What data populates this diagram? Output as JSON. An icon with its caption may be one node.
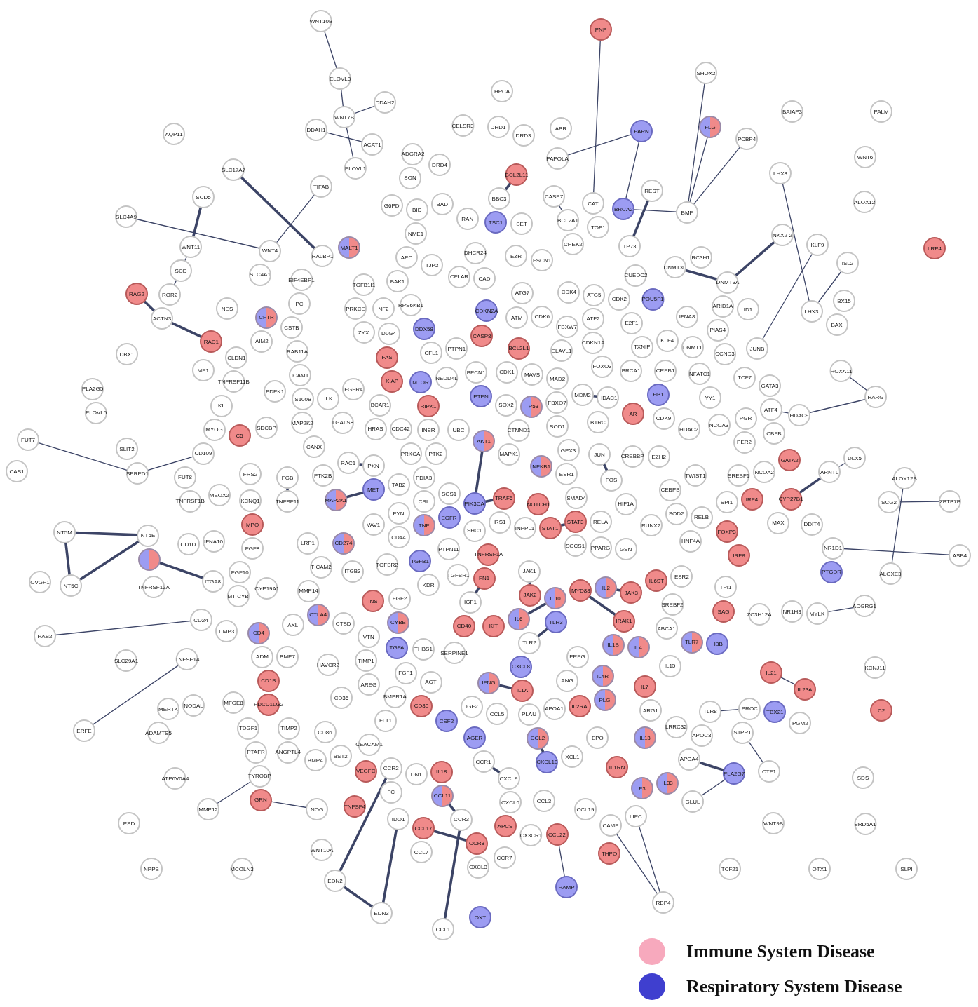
{
  "diagram": {
    "nodes": [
      {
        "text": [
          "WNT10B"
        ]
      },
      {
        "text": [
          "PNP"
        ]
      },
      {
        "text": [
          "SHOX2"
        ]
      },
      {
        "text": [
          "ELOVL3"
        ]
      },
      {
        "text": [
          "HPCA"
        ]
      },
      {
        "text": [
          "DDAH2"
        ]
      },
      {
        "text": [
          "BAIAP3"
        ]
      },
      {
        "text": [
          "PALM"
        ]
      },
      {
        "text": [
          "WNT7B"
        ]
      },
      {
        "text": [
          "DRD1"
        ]
      },
      {
        "text": [
          "DRD3"
        ]
      },
      {
        "text": [
          "ABR"
        ]
      },
      {
        "text": [
          "PARN"
        ]
      },
      {
        "text": [
          "FLG"
        ]
      },
      {
        "text": [
          "CELSR3"
        ]
      },
      {
        "text": [
          "AQP11"
        ]
      },
      {
        "text": [
          "DDAH1"
        ]
      },
      {
        "text": [
          "PCBP4"
        ]
      },
      {
        "text": [
          "ACAT1"
        ]
      },
      {
        "text": [
          "WNT6"
        ]
      },
      {
        "text": [
          "PAPOLA"
        ]
      },
      {
        "text": [
          "ADGRA2"
        ]
      },
      {
        "text": [
          "DRD4"
        ]
      },
      {
        "text": [
          "ELOVL1"
        ]
      },
      {
        "text": [
          "SLC17A7"
        ]
      },
      {
        "text": [
          "LHX8"
        ]
      },
      {
        "text": [
          "BCL2L11"
        ]
      },
      {
        "text": [
          "SON"
        ]
      },
      {
        "text": [
          "TIFAB"
        ]
      },
      {
        "text": [
          "SCD5"
        ]
      },
      {
        "text": [
          "REST"
        ]
      },
      {
        "text": [
          "G6PD"
        ]
      },
      {
        "text": [
          "BAD"
        ]
      },
      {
        "text": [
          "BBC3"
        ]
      },
      {
        "text": [
          "CASP7"
        ]
      },
      {
        "text": [
          "CAT"
        ]
      },
      {
        "text": [
          "BRCA2"
        ]
      },
      {
        "text": [
          "BMF"
        ]
      },
      {
        "text": [
          "ALOX12"
        ]
      },
      {
        "text": [
          "TSC1"
        ]
      },
      {
        "text": [
          "SLC4A9"
        ]
      },
      {
        "text": [
          "RAN"
        ]
      },
      {
        "text": [
          "SET"
        ]
      },
      {
        "text": [
          "BCL2A1"
        ]
      },
      {
        "text": [
          "TOP1"
        ]
      },
      {
        "text": [
          "BID"
        ]
      },
      {
        "text": [
          "CHEK2"
        ]
      },
      {
        "text": [
          "NKX2-2"
        ]
      },
      {
        "text": [
          "KLF9"
        ]
      },
      {
        "text": [
          "LRP4"
        ]
      },
      {
        "text": [
          "ISL2"
        ]
      },
      {
        "text": [
          "NME1"
        ]
      },
      {
        "text": [
          "MALT1"
        ]
      },
      {
        "text": [
          "WNT11"
        ]
      },
      {
        "text": [
          "WNT4"
        ]
      },
      {
        "text": [
          "APC"
        ]
      },
      {
        "text": [
          "DHCR24"
        ]
      },
      {
        "text": [
          "EZR"
        ]
      },
      {
        "text": [
          "FSCN1"
        ]
      },
      {
        "text": [
          "TP73"
        ]
      },
      {
        "text": [
          "RC3H1"
        ]
      },
      {
        "text": [
          "DNMT3L"
        ]
      },
      {
        "text": [
          "SCD"
        ]
      },
      {
        "text": [
          "SLC4A1"
        ]
      },
      {
        "text": [
          "RALBP1"
        ]
      },
      {
        "text": [
          "TJP2"
        ]
      },
      {
        "text": [
          "CFLAR"
        ]
      },
      {
        "text": [
          "CAD"
        ]
      },
      {
        "text": [
          "EIF4EBP1"
        ]
      },
      {
        "text": [
          "TGFB1I1"
        ]
      },
      {
        "text": [
          "BAK1"
        ]
      },
      {
        "text": [
          "RPS6KB1"
        ]
      },
      {
        "text": [
          "RAG2"
        ]
      },
      {
        "text": [
          "ROR2"
        ]
      },
      {
        "text": [
          "ACTN3"
        ]
      },
      {
        "text": [
          "CUEDC2"
        ]
      },
      {
        "text": [
          "POU5F1"
        ]
      },
      {
        "text": [
          "CDK4"
        ]
      },
      {
        "text": [
          "ATG7"
        ]
      },
      {
        "text": [
          "ATG5"
        ]
      },
      {
        "text": [
          "CDK2"
        ]
      },
      {
        "text": [
          "DNMT3A"
        ]
      },
      {
        "text": [
          "ARID1A"
        ]
      },
      {
        "text": [
          "ID1"
        ]
      },
      {
        "text": [
          "LHX3"
        ]
      },
      {
        "text": [
          "BX15"
        ]
      },
      {
        "text": [
          "BAX"
        ]
      },
      {
        "text": [
          "NES"
        ]
      },
      {
        "text": [
          "PC"
        ]
      },
      {
        "text": [
          "CFTR"
        ]
      },
      {
        "text": [
          "CSTB"
        ]
      },
      {
        "text": [
          "AIM2"
        ]
      },
      {
        "text": [
          "PRKCE"
        ]
      },
      {
        "text": [
          "NF2"
        ]
      },
      {
        "text": [
          "ZYX"
        ]
      },
      {
        "text": [
          "DDX58"
        ]
      },
      {
        "text": [
          "CDKN2A"
        ]
      },
      {
        "text": [
          "ATM"
        ]
      },
      {
        "text": [
          "CDK6"
        ]
      },
      {
        "text": [
          "ATF2"
        ]
      },
      {
        "text": [
          "FBXW7"
        ]
      },
      {
        "text": [
          "IFNA8"
        ]
      },
      {
        "text": [
          "PIAS4"
        ]
      },
      {
        "text": [
          "CASP8"
        ]
      },
      {
        "text": [
          "E2F1"
        ]
      },
      {
        "text": [
          "KLF4"
        ]
      },
      {
        "text": [
          "TXNIP"
        ]
      },
      {
        "text": [
          "DNMT1"
        ]
      },
      {
        "text": [
          "CDKN1A"
        ]
      },
      {
        "text": [
          "ELAVL1"
        ]
      },
      {
        "text": [
          "BCL2L1"
        ]
      },
      {
        "text": [
          "JUNB"
        ]
      },
      {
        "text": [
          "CCND3"
        ]
      },
      {
        "text": [
          "DBX1"
        ]
      },
      {
        "text": [
          "RAC1"
        ]
      },
      {
        "text": [
          "CLDN1"
        ]
      },
      {
        "text": [
          "RAB11A"
        ]
      },
      {
        "text": [
          "DLG4"
        ]
      },
      {
        "text": [
          "CFL1"
        ]
      },
      {
        "text": [
          "PTPN1"
        ]
      },
      {
        "text": [
          "FAS"
        ]
      },
      {
        "text": [
          "CDK1"
        ]
      },
      {
        "text": [
          "FOXO3"
        ]
      },
      {
        "text": [
          "BRCA1"
        ]
      },
      {
        "text": [
          "CREB1"
        ]
      },
      {
        "text": [
          "NFATC1"
        ]
      },
      {
        "text": [
          "TCF7"
        ]
      },
      {
        "text": [
          "ME1"
        ]
      },
      {
        "text": [
          "TNFRSF11B"
        ]
      },
      {
        "text": [
          "ICAM1"
        ]
      },
      {
        "text": [
          "NEDD4L"
        ]
      },
      {
        "text": [
          "BECN1"
        ]
      },
      {
        "text": [
          "MAVS"
        ]
      },
      {
        "text": [
          "MAD2"
        ]
      },
      {
        "text": [
          "HOXA11"
        ]
      },
      {
        "text": [
          "XIAP"
        ]
      },
      {
        "text": [
          "FGFR4"
        ]
      },
      {
        "text": [
          "PDPK1"
        ]
      },
      {
        "text": [
          "S100B"
        ]
      },
      {
        "text": [
          "GATA3"
        ]
      },
      {
        "text": [
          "YY1"
        ]
      },
      {
        "text": [
          "MTOR"
        ]
      },
      {
        "text": [
          "PTEN"
        ]
      },
      {
        "text": [
          "SOX2"
        ]
      },
      {
        "text": [
          "HDAC1"
        ]
      },
      {
        "text": [
          "MDM2"
        ]
      },
      {
        "text": [
          "HB1"
        ]
      },
      {
        "text": [
          "RIPK1"
        ]
      },
      {
        "text": [
          "ILK"
        ]
      },
      {
        "text": [
          "BCAR1"
        ]
      },
      {
        "text": [
          "MAP2K2"
        ]
      },
      {
        "text": [
          "KL"
        ]
      },
      {
        "text": [
          "PLA2G5"
        ]
      },
      {
        "text": [
          "ELOVL5"
        ]
      },
      {
        "text": [
          "RARG"
        ]
      },
      {
        "text": [
          "FBXO7"
        ]
      },
      {
        "text": [
          "TP53"
        ]
      },
      {
        "text": [
          "AR"
        ]
      },
      {
        "text": [
          "CDK9"
        ]
      },
      {
        "text": [
          "ATF4"
        ]
      },
      {
        "text": [
          "HDAC9"
        ]
      },
      {
        "text": [
          "HRAS"
        ]
      },
      {
        "text": [
          "LGALS8"
        ]
      },
      {
        "text": [
          "CDC42"
        ]
      },
      {
        "text": [
          "INSR"
        ]
      },
      {
        "text": [
          "UBC"
        ]
      },
      {
        "text": [
          "AKT1"
        ]
      },
      {
        "text": [
          "CTNND1"
        ]
      },
      {
        "text": [
          "BTRC"
        ]
      },
      {
        "text": [
          "HDAC2"
        ]
      },
      {
        "text": [
          "NCOA3"
        ]
      },
      {
        "text": [
          "PGR"
        ]
      },
      {
        "text": [
          "CBFB"
        ]
      },
      {
        "text": [
          "PER2"
        ]
      },
      {
        "text": [
          "MYOG"
        ]
      },
      {
        "text": [
          "C5"
        ]
      },
      {
        "text": [
          "SDCBP"
        ]
      },
      {
        "text": [
          "FUT7"
        ]
      },
      {
        "text": [
          "SLIT2"
        ]
      },
      {
        "text": [
          "CD109"
        ]
      },
      {
        "text": [
          "CANX"
        ]
      },
      {
        "text": [
          "PRKCA"
        ]
      },
      {
        "text": [
          "PTK2"
        ]
      },
      {
        "text": [
          "MAPK1"
        ]
      },
      {
        "text": [
          "SOD1"
        ]
      },
      {
        "text": [
          "GPX3"
        ]
      },
      {
        "text": [
          "JUN"
        ]
      },
      {
        "text": [
          "CREBBP"
        ]
      },
      {
        "text": [
          "EZH2"
        ]
      },
      {
        "text": [
          "GATA2"
        ]
      },
      {
        "text": [
          "DLX5"
        ]
      },
      {
        "text": [
          "CAS1"
        ]
      },
      {
        "text": [
          "SPRED1"
        ]
      },
      {
        "text": [
          "FUT8"
        ]
      },
      {
        "text": [
          "FRS2"
        ]
      },
      {
        "text": [
          "NFKB1"
        ]
      },
      {
        "text": [
          "ESR1"
        ]
      },
      {
        "text": [
          "RAC1"
        ]
      },
      {
        "text": [
          "PXN"
        ]
      },
      {
        "text": [
          "PDIA3"
        ]
      },
      {
        "text": [
          "TAB2"
        ]
      },
      {
        "text": [
          "FGB"
        ]
      },
      {
        "text": [
          "PTK2B"
        ]
      },
      {
        "text": [
          "SMAD4"
        ]
      },
      {
        "text": [
          "TWIST1"
        ]
      },
      {
        "text": [
          "NCOA2"
        ]
      },
      {
        "text": [
          "SREBF1"
        ]
      },
      {
        "text": [
          "ARNTL"
        ]
      },
      {
        "text": [
          "FOS"
        ]
      },
      {
        "text": [
          "MET"
        ]
      },
      {
        "text": [
          "MEOX2"
        ]
      },
      {
        "text": [
          "TNFRSF1B"
        ]
      },
      {
        "text": [
          "KCNQ1"
        ]
      },
      {
        "text": [
          "TNFSF11"
        ]
      },
      {
        "text": [
          "MAP2K1"
        ]
      },
      {
        "text": [
          "CBL"
        ]
      },
      {
        "text": [
          "SOS1"
        ]
      },
      {
        "text": [
          "PIK3CA"
        ]
      },
      {
        "text": [
          "TRAF6"
        ]
      },
      {
        "text": [
          "NOTCH1"
        ]
      },
      {
        "text": [
          "STAT3"
        ]
      },
      {
        "text": [
          "HIF1A"
        ]
      },
      {
        "text": [
          "CEBPB"
        ]
      },
      {
        "text": [
          "SPI1"
        ]
      },
      {
        "text": [
          "IRF4"
        ]
      },
      {
        "text": [
          "CYP27B1"
        ]
      },
      {
        "text": [
          "ALOX12B"
        ]
      },
      {
        "text": [
          "SCG2"
        ]
      },
      {
        "text": [
          "ZBTB7B"
        ]
      },
      {
        "text": [
          "EGFR"
        ]
      },
      {
        "text": [
          "RELA"
        ]
      },
      {
        "text": [
          "SOD2"
        ]
      },
      {
        "text": [
          "RELB"
        ]
      },
      {
        "text": [
          "MAX"
        ]
      },
      {
        "text": [
          "DDIT4"
        ]
      },
      {
        "text": [
          "NT5M"
        ]
      },
      {
        "text": [
          "NT5E"
        ]
      },
      {
        "text": [],
        "shape": "circle"
      },
      {
        "text": [
          "MPO"
        ]
      },
      {
        "text": [
          "VAV1"
        ]
      },
      {
        "text": [
          "FYN"
        ]
      },
      {
        "text": [
          "TNF"
        ]
      },
      {
        "text": [
          "IRS1"
        ]
      },
      {
        "text": [
          "INPPL1"
        ]
      },
      {
        "text": [
          "STAT1"
        ]
      },
      {
        "text": [
          "HNF4A"
        ]
      },
      {
        "text": [
          "RUNX2"
        ]
      },
      {
        "text": [
          "FOXP3"
        ]
      },
      {
        "text": [
          "IFNA10"
        ]
      },
      {
        "text": [
          "CD1D"
        ]
      },
      {
        "text": [
          "LRP1"
        ]
      },
      {
        "text": [
          "SHC1"
        ]
      },
      {
        "text": [
          "CD44"
        ]
      },
      {
        "text": [
          "SOCS1"
        ]
      },
      {
        "text": [
          "PPARG"
        ]
      },
      {
        "text": [
          "GSN"
        ]
      },
      {
        "text": [
          "NR1D1"
        ]
      },
      {
        "text": [
          "IRF8"
        ]
      },
      {
        "text": [
          "PTPN11"
        ]
      },
      {
        "text": [
          "TNFRSF1A"
        ]
      },
      {
        "text": [
          "FGF8"
        ]
      },
      {
        "text": [
          "CD274"
        ]
      },
      {
        "text": [
          "ITGB3"
        ]
      },
      {
        "text": [
          "TGFBR2"
        ]
      },
      {
        "text": [
          "TGFB1"
        ]
      },
      {
        "text": [
          "KDR"
        ]
      },
      {
        "text": [
          "TGFBR1"
        ]
      },
      {
        "text": [
          "OVGP1"
        ]
      },
      {
        "text": [
          "NT5C"
        ]
      },
      {
        "text": [
          "FGF10"
        ]
      },
      {
        "text": [
          "TICAM2"
        ]
      },
      {
        "text": [
          "ITGA8"
        ]
      },
      {
        "text": [
          "MT-CYB"
        ]
      },
      {
        "text": [
          "CYP19A1"
        ]
      },
      {
        "text": [
          "TNFRSF12A"
        ]
      },
      {
        "text": [
          "MMP14"
        ]
      },
      {
        "text": [
          "ASB4"
        ]
      },
      {
        "text": [
          "PTGDR"
        ]
      },
      {
        "text": [
          "ALOXE3"
        ]
      },
      {
        "text": [
          "ESR2"
        ]
      },
      {
        "text": [
          "JAK1"
        ]
      },
      {
        "text": [
          "FN1"
        ]
      },
      {
        "text": [
          "IGF1"
        ]
      },
      {
        "text": [
          "TPI1"
        ]
      },
      {
        "text": [
          "JAK2"
        ]
      },
      {
        "text": [
          "MYD88"
        ]
      },
      {
        "text": [
          "IL2"
        ]
      },
      {
        "text": [
          "JAK3"
        ]
      },
      {
        "text": [
          "IL6ST"
        ]
      },
      {
        "text": [
          "IL10"
        ]
      },
      {
        "text": [
          "INS"
        ]
      },
      {
        "text": [
          "FGF2"
        ]
      },
      {
        "text": [
          "CD40"
        ]
      },
      {
        "text": [
          "CTLA4"
        ]
      },
      {
        "text": [
          "ADGRG1"
        ]
      },
      {
        "text": [
          "ZC3H12A"
        ]
      },
      {
        "text": [
          "NR1H3"
        ]
      },
      {
        "text": [
          "MYLK"
        ]
      },
      {
        "text": [
          "SAG"
        ]
      },
      {
        "text": [
          "IL6"
        ]
      },
      {
        "text": [
          "TLR3"
        ]
      },
      {
        "text": [
          "SREBF2"
        ]
      },
      {
        "text": [
          "CYBB"
        ]
      },
      {
        "text": [
          "ABCA1"
        ]
      },
      {
        "text": [
          "CD24"
        ]
      },
      {
        "text": [
          "AXL"
        ]
      },
      {
        "text": [
          "CTSD"
        ]
      },
      {
        "text": [
          "KIT"
        ]
      },
      {
        "text": [
          "IRAK1"
        ]
      },
      {
        "text": [
          "TIMP3"
        ]
      },
      {
        "text": [
          "CD4"
        ]
      },
      {
        "text": [
          "VTN"
        ]
      },
      {
        "text": [
          "TLR7"
        ]
      },
      {
        "text": [
          "HBB"
        ]
      },
      {
        "text": [
          "KCNJ11"
        ]
      },
      {
        "text": [
          "HAS2"
        ]
      },
      {
        "text": [
          "SLC29A1"
        ]
      },
      {
        "text": [
          "TGFA"
        ]
      },
      {
        "text": [
          "THBS1"
        ]
      },
      {
        "text": [
          "SERPINE1"
        ]
      },
      {
        "text": [
          "TIMP1"
        ]
      },
      {
        "text": [
          "IL1B"
        ]
      },
      {
        "text": [
          "IL4"
        ]
      },
      {
        "text": [
          "TLR2"
        ]
      },
      {
        "text": [
          "CXCL8"
        ]
      },
      {
        "text": [
          "EREG"
        ]
      },
      {
        "text": [
          "TNFSF14"
        ]
      },
      {
        "text": [
          "ADM"
        ]
      },
      {
        "text": [
          "BMP7"
        ]
      },
      {
        "text": [
          "HAVCR2"
        ]
      },
      {
        "text": [
          "IL15"
        ]
      },
      {
        "text": [
          "IL21"
        ]
      },
      {
        "text": [
          "IFNG"
        ]
      },
      {
        "text": [
          "IL1A"
        ]
      },
      {
        "text": [
          "ANG"
        ]
      },
      {
        "text": [
          "IL4R"
        ]
      },
      {
        "text": [
          "IL7"
        ]
      },
      {
        "text": [
          "IL23A"
        ]
      },
      {
        "text": [
          "CD1B"
        ]
      },
      {
        "text": [
          "PDCD1LG2"
        ]
      },
      {
        "text": [
          "AREG"
        ]
      },
      {
        "text": [
          "AGT"
        ]
      },
      {
        "text": [
          "FGF1"
        ]
      },
      {
        "text": [
          "IGF2"
        ]
      },
      {
        "text": [
          "CD36"
        ]
      },
      {
        "text": [
          "NODAL"
        ]
      },
      {
        "text": [
          "MFGE8"
        ]
      },
      {
        "text": [
          "MERTK"
        ]
      },
      {
        "text": [
          "BMPR1A"
        ]
      },
      {
        "text": [
          "CD80"
        ]
      },
      {
        "text": [
          "FLT1"
        ]
      },
      {
        "text": [
          "APOA1"
        ]
      },
      {
        "text": [
          "IL2RA"
        ]
      },
      {
        "text": [
          "PLG"
        ]
      },
      {
        "text": [
          "ARG1"
        ]
      },
      {
        "text": [
          "C2"
        ]
      },
      {
        "text": [
          "LRRC32"
        ]
      },
      {
        "text": [
          "TLR8"
        ]
      },
      {
        "text": [
          "PROC"
        ]
      },
      {
        "text": [
          "TBX21"
        ]
      },
      {
        "text": [
          "S1PR1"
        ]
      },
      {
        "text": [
          "PGM2"
        ]
      },
      {
        "text": [
          "ERFE"
        ]
      },
      {
        "text": [
          "ADAMTS5"
        ]
      },
      {
        "text": [
          "TIMP2"
        ]
      },
      {
        "text": [
          "CD86"
        ]
      },
      {
        "text": [
          "CSF2"
        ]
      },
      {
        "text": [
          "CCL5"
        ]
      },
      {
        "text": [
          "PLAU"
        ]
      },
      {
        "text": [
          "CCL2"
        ]
      },
      {
        "text": [
          "EPO"
        ]
      },
      {
        "text": [
          "IL13"
        ]
      },
      {
        "text": [
          "APOC3"
        ]
      },
      {
        "text": [
          "TDGF1"
        ]
      },
      {
        "text": [
          "ANGPTL4"
        ]
      },
      {
        "text": [
          "PTAFR"
        ]
      },
      {
        "text": [
          "AGER"
        ]
      },
      {
        "text": [
          "BMP4"
        ]
      },
      {
        "text": [
          "BST2"
        ]
      },
      {
        "text": [
          "CEACAM1"
        ]
      },
      {
        "text": [
          "APOA4"
        ]
      },
      {
        "text": [
          "CXCL10"
        ]
      },
      {
        "text": [
          "XCL1"
        ]
      },
      {
        "text": [
          "IL1RN"
        ]
      },
      {
        "text": [
          "CCR1"
        ]
      },
      {
        "text": [
          "VEGFC"
        ]
      },
      {
        "text": [
          "TYROBP"
        ]
      },
      {
        "text": [
          "ATP6V0A4"
        ]
      },
      {
        "text": [
          "PLA2G7"
        ]
      },
      {
        "text": [
          "CTF1"
        ]
      },
      {
        "text": [
          "CXCL9"
        ]
      },
      {
        "text": [
          "IL18"
        ]
      },
      {
        "text": [
          "CCR2"
        ]
      },
      {
        "text": [
          "DN1"
        ]
      },
      {
        "text": [
          "FC"
        ]
      },
      {
        "text": [
          "F3"
        ]
      },
      {
        "text": [
          "IL33"
        ]
      },
      {
        "text": [
          "SDS"
        ]
      },
      {
        "text": [
          "CCL11"
        ]
      },
      {
        "text": [
          "CXCL6"
        ]
      },
      {
        "text": [
          "CCL3"
        ]
      },
      {
        "text": [
          "GLUL"
        ]
      },
      {
        "text": [
          "GRN"
        ]
      },
      {
        "text": [
          "NOG"
        ]
      },
      {
        "text": [
          "TNFSF4"
        ]
      },
      {
        "text": [
          "MMP12"
        ]
      },
      {
        "text": [
          "CCL19"
        ]
      },
      {
        "text": [
          "LIPC"
        ]
      },
      {
        "text": [
          "PSD"
        ]
      },
      {
        "text": [
          "IDO1"
        ]
      },
      {
        "text": [
          "CCR3"
        ]
      },
      {
        "text": [
          "APCS"
        ]
      },
      {
        "text": [
          "CAMP"
        ]
      },
      {
        "text": [
          "CCL17"
        ]
      },
      {
        "text": [
          "CCR8"
        ]
      },
      {
        "text": [
          "CX3CR1"
        ]
      },
      {
        "text": [
          "CCL22"
        ]
      },
      {
        "text": [
          "WNT9B"
        ]
      },
      {
        "text": [
          "SRD5A1"
        ]
      },
      {
        "text": [
          "CCL7"
        ]
      },
      {
        "text": [
          "CXCL3"
        ]
      },
      {
        "text": [
          "WNT10A"
        ]
      },
      {
        "text": [
          "CCR7"
        ]
      },
      {
        "text": [
          "THPO"
        ]
      },
      {
        "text": [
          "NPPB"
        ]
      },
      {
        "text": [
          "MCOLN3"
        ]
      },
      {
        "text": [
          "TCF21"
        ]
      },
      {
        "text": [
          "OTX1"
        ]
      },
      {
        "text": [
          "SLPI"
        ]
      },
      {
        "text": [
          "EDN2"
        ]
      },
      {
        "text": [
          "HAMP"
        ]
      },
      {
        "text": [
          "RBP4"
        ]
      },
      {
        "text": [
          "EDN3"
        ]
      },
      {
        "text": [
          "OXT"
        ]
      },
      {
        "text": [
          "CCL1"
        ]
      }
    ],
    "edges": [
      {
        "from": 0,
        "to": 3,
        "arrow": "none"
      },
      {
        "from": 3,
        "to": 8,
        "arrow": "none"
      },
      {
        "from": 8,
        "to": 5,
        "arrow": "none"
      },
      {
        "from": 8,
        "to": 23,
        "arrow": "none"
      },
      {
        "from": 16,
        "to": 18,
        "arrow": "none"
      },
      {
        "from": 1,
        "to": 35,
        "arrow": "none"
      },
      {
        "from": 2,
        "to": 37,
        "arrow": "none"
      },
      {
        "from": 12,
        "to": 20,
        "arrow": "none"
      },
      {
        "from": 12,
        "to": 36,
        "arrow": "none"
      },
      {
        "from": 13,
        "to": 37,
        "arrow": "none"
      },
      {
        "from": 17,
        "to": 37,
        "arrow": "none"
      },
      {
        "from": 25,
        "to": 84,
        "arrow": "none"
      },
      {
        "from": 47,
        "to": 81,
        "arrow": "none",
        "style": "thick"
      },
      {
        "from": 50,
        "to": 84,
        "arrow": "none"
      },
      {
        "from": 48,
        "to": 111,
        "arrow": "none"
      },
      {
        "from": 24,
        "to": 64,
        "arrow": "none",
        "style": "thick"
      },
      {
        "from": 29,
        "to": 53,
        "arrow": "none",
        "style": "thick"
      },
      {
        "from": 53,
        "to": 62,
        "arrow": "none"
      },
      {
        "from": 62,
        "to": 73,
        "arrow": "none"
      },
      {
        "from": 72,
        "to": 74,
        "arrow": "none",
        "style": "thick"
      },
      {
        "from": 74,
        "to": 114,
        "arrow": "none",
        "style": "thick"
      },
      {
        "from": 40,
        "to": 54,
        "arrow": "none"
      },
      {
        "from": 28,
        "to": 54,
        "arrow": "none"
      },
      {
        "from": 235,
        "to": 236,
        "arrow": "none",
        "style": "thick"
      },
      {
        "from": 235,
        "to": 268,
        "arrow": "none",
        "style": "thick"
      },
      {
        "from": 268,
        "to": 236,
        "arrow": "none",
        "style": "thick"
      },
      {
        "from": 237,
        "to": 271,
        "arrow": "none",
        "style": "thick"
      },
      {
        "from": 177,
        "to": 192,
        "arrow": "none"
      },
      {
        "from": 192,
        "to": 179,
        "arrow": "none"
      },
      {
        "from": 315,
        "to": 304,
        "arrow": "none"
      },
      {
        "from": 362,
        "to": 326,
        "arrow": "none"
      },
      {
        "from": 405,
        "to": 386,
        "arrow": "none"
      },
      {
        "from": 402,
        "to": 403,
        "arrow": "none"
      },
      {
        "from": 429,
        "to": 432,
        "arrow": "none",
        "style": "thick"
      },
      {
        "from": 429,
        "to": 392,
        "arrow": "none",
        "style": "thick"
      },
      {
        "from": 432,
        "to": 409,
        "arrow": "none",
        "style": "thick"
      },
      {
        "from": 434,
        "to": 410,
        "arrow": "none",
        "style": "thick"
      },
      {
        "from": 430,
        "to": 416,
        "arrow": "none"
      },
      {
        "from": 431,
        "to": 407,
        "arrow": "none"
      },
      {
        "from": 431,
        "to": 412,
        "arrow": "none"
      },
      {
        "from": 388,
        "to": 401,
        "arrow": "none"
      },
      {
        "from": 388,
        "to": 380,
        "arrow": "none",
        "style": "thick"
      },
      {
        "from": 389,
        "to": 360,
        "arrow": "none"
      },
      {
        "from": 331,
        "to": 337,
        "arrow": "none"
      },
      {
        "from": 358,
        "to": 357,
        "arrow": "none"
      },
      {
        "from": 207,
        "to": 190,
        "arrow": "none"
      },
      {
        "from": 207,
        "to": 225,
        "arrow": "none",
        "style": "thick"
      },
      {
        "from": 228,
        "to": 227,
        "arrow": "none"
      },
      {
        "from": 276,
        "to": 256,
        "arrow": "none"
      },
      {
        "from": 294,
        "to": 297,
        "arrow": "none"
      },
      {
        "from": 278,
        "to": 226,
        "arrow": "none"
      },
      {
        "from": 134,
        "to": 154,
        "arrow": "none"
      },
      {
        "from": 154,
        "to": 160,
        "arrow": "none"
      },
      {
        "from": 160,
        "to": 159,
        "arrow": "none"
      },
      {
        "from": 218,
        "to": 217,
        "arrow": "none",
        "style": "thick"
      },
      {
        "from": 186,
        "to": 208,
        "arrow": "none",
        "style": "thick"
      },
      {
        "from": 220,
        "to": 244,
        "arrow": "none",
        "style": "thick"
      },
      {
        "from": 284,
        "to": 280,
        "arrow": "none",
        "style": "thick"
      },
      {
        "from": 287,
        "to": 286,
        "arrow": "none",
        "style": "thick"
      },
      {
        "from": 144,
        "to": 145,
        "arrow": "none",
        "style": "thick"
      },
      {
        "from": 166,
        "to": 217,
        "arrow": "none",
        "style": "thick"
      },
      {
        "from": 209,
        "to": 214,
        "arrow": "none",
        "style": "thick"
      },
      {
        "from": 197,
        "to": 198,
        "arrow": "none",
        "style": "thick"
      },
      {
        "from": 201,
        "to": 213,
        "arrow": "none",
        "style": "thick"
      },
      {
        "from": 281,
        "to": 282,
        "arrow": "none",
        "style": "thick"
      },
      {
        "from": 299,
        "to": 289,
        "arrow": "none",
        "style": "thick"
      },
      {
        "from": 285,
        "to": 308,
        "arrow": "none",
        "style": "thick"
      },
      {
        "from": 323,
        "to": 300,
        "arrow": "none",
        "style": "thick"
      },
      {
        "from": 332,
        "to": 333,
        "arrow": "none",
        "style": "thick"
      },
      {
        "from": 369,
        "to": 381,
        "arrow": "none",
        "style": "thick"
      },
      {
        "from": 384,
        "to": 390,
        "arrow": "none",
        "style": "thick"
      },
      {
        "from": 413,
        "to": 414,
        "arrow": "none",
        "style": "thick"
      },
      {
        "from": 398,
        "to": 410,
        "arrow": "none",
        "style": "thick"
      },
      {
        "from": 26,
        "to": 33,
        "arrow": "none",
        "style": "thick"
      },
      {
        "from": 34,
        "to": 43,
        "arrow": "none"
      },
      {
        "from": 30,
        "to": 59,
        "arrow": "none",
        "style": "thick"
      },
      {
        "from": 37,
        "to": 36,
        "arrow": "none"
      },
      {
        "from": 61,
        "to": 81,
        "arrow": "none",
        "style": "thick"
      }
    ],
    "legend": [
      {
        "text": "Immune System Disease",
        "color": "#f7a9bd"
      },
      {
        "text": "Respiratory System Disease",
        "color": "#3f3fcf"
      }
    ]
  }
}
